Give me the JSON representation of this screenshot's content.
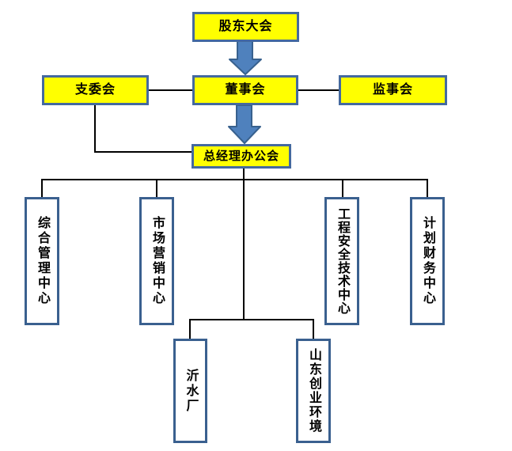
{
  "diagram": {
    "type": "org-chart",
    "nodes": {
      "shareholders": {
        "label": "股东大会"
      },
      "branch_committee": {
        "label": "支委会"
      },
      "board": {
        "label": "董事会"
      },
      "supervisors": {
        "label": "监事会"
      },
      "gm_office": {
        "label": "总经理办公会"
      },
      "general_mgmt_center": {
        "label": "综合管理中心"
      },
      "marketing_center": {
        "label": "市场营销中心"
      },
      "engineering_safety_center": {
        "label": "工程安全技术中心"
      },
      "planning_finance_center": {
        "label": "计划财务中心"
      },
      "yishui_plant": {
        "label": "沂水厂"
      },
      "shandong_chuangye": {
        "label": "山东创业环境"
      }
    },
    "edges": [
      {
        "from": "shareholders",
        "to": "board",
        "type": "block-arrow"
      },
      {
        "from": "branch_committee",
        "to": "board",
        "type": "line"
      },
      {
        "from": "board",
        "to": "supervisors",
        "type": "line"
      },
      {
        "from": "board",
        "to": "gm_office",
        "type": "block-arrow"
      },
      {
        "from": "branch_committee",
        "to": "gm_office",
        "type": "elbow-line"
      },
      {
        "from": "gm_office",
        "to": "general_mgmt_center",
        "type": "elbow-line"
      },
      {
        "from": "gm_office",
        "to": "marketing_center",
        "type": "elbow-line"
      },
      {
        "from": "gm_office",
        "to": "engineering_safety_center",
        "type": "elbow-line"
      },
      {
        "from": "gm_office",
        "to": "planning_finance_center",
        "type": "elbow-line"
      },
      {
        "from": "gm_office",
        "to": "yishui_plant",
        "type": "elbow-line"
      },
      {
        "from": "gm_office",
        "to": "shandong_chuangye",
        "type": "elbow-line"
      }
    ],
    "colors": {
      "committee_fill": "#ffff00",
      "committee_border": "#44699f",
      "dept_fill": "#ffffff",
      "dept_border": "#3a608f",
      "arrow_fill": "#4f81bd",
      "arrow_border": "#38618e",
      "connector": "#000000",
      "text": "#000000",
      "canvas_bg": "#ffffff"
    }
  }
}
